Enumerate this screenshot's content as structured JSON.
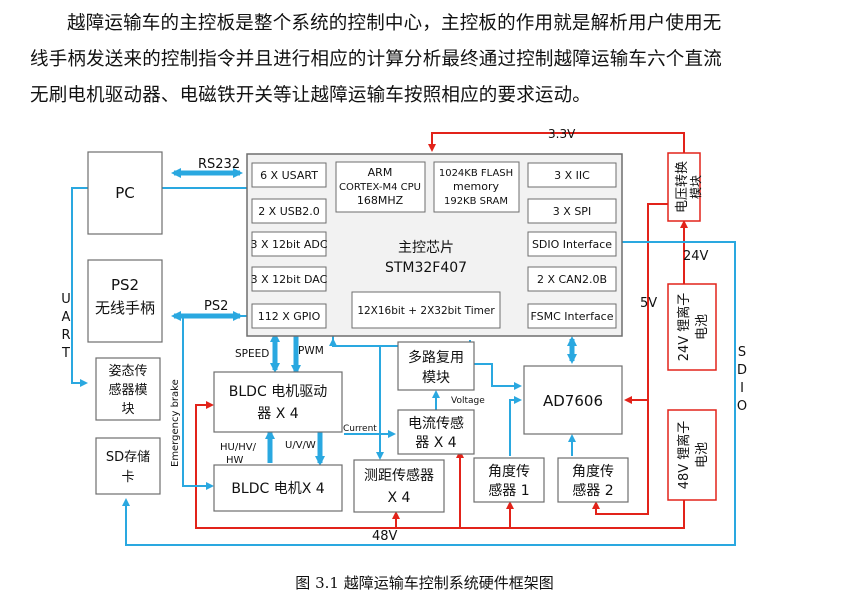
{
  "paragraph": {
    "line1": "越障运输车的主控板是整个系统的控制中心，主控板的作用就是解析用户使用无",
    "line2": "线手柄发送来的控制指令并且进行相应的计算分析最终通过控制越障运输车六个直流",
    "line3": "无刷电机驱动器、电磁铁开关等让越障运输车按照相应的要求运动。"
  },
  "caption": "图 3.1  越障运输车控制系统硬件框架图",
  "diagram": {
    "pc": "PC",
    "ps2_line1": "PS2",
    "ps2_line2": "无线手柄",
    "mcu": {
      "usart": "6 X USART",
      "usb": "2 X USB2.0",
      "adc": "3 X 12bit ADC",
      "dac": "3 X 12bit DAC",
      "gpio": "112 X GPIO",
      "arm_l1": "ARM",
      "arm_l2": "CORTEX-M4 CPU",
      "arm_l3": "168MHZ",
      "flash_l1": "1024KB FLASH",
      "flash_l2": "memory",
      "flash_l3": "192KB SRAM",
      "iic": "3 X IIC",
      "spi": "3 X SPI",
      "sdio": "SDIO Interface",
      "can": "2 X CAN2.0B",
      "fsmc": "FSMC Interface",
      "timer": "12X16bit + 2X32bit Timer",
      "chip_l1": "主控芯片",
      "chip_l2": "STM32F407"
    },
    "mux_l1": "多路复用",
    "mux_l2": "模块",
    "ad7606": "AD7606",
    "bldc_driver_l1": "BLDC 电机驱动",
    "bldc_driver_l2": "器 X 4",
    "bldc_motor": "BLDC 电机X 4",
    "current_l1": "电流传感",
    "current_l2": "器 X 4",
    "range_l1": "测距传感器",
    "range_l2": "X 4",
    "angle1_l1": "角度传",
    "angle1_l2": "感器 1",
    "angle2_l1": "角度传",
    "angle2_l2": "感器 2",
    "attitude_l1": "姿态传",
    "attitude_l2": "感器模",
    "attitude_l3": "块",
    "sd_l1": "SD存储",
    "sd_l2": "卡",
    "volt_conv_l1": "电压转换",
    "volt_conv_l2": "模块",
    "bat24_l1": "24V 锂离子",
    "bat24_l2": "电池",
    "bat48_l1": "48V 锂离子",
    "bat48_l2": "电池",
    "labels": {
      "rs232": "RS232",
      "ps2": "PS2",
      "uart": [
        "U",
        "A",
        "R",
        "T"
      ],
      "sdio": [
        "S",
        "D",
        "I",
        "O"
      ],
      "v33": "3.3V",
      "v24": "24V",
      "v5": "5V",
      "v48": "48V",
      "speed": "SPEED",
      "pwm": "PWM",
      "voltage": "Voltage",
      "current": "Current",
      "hall_l1": "HU/HV/",
      "hall_l2": "HW",
      "uvw": "U/V/W",
      "ebrake": "Emergency brake"
    }
  },
  "colors": {
    "blue": "#2aa8e0",
    "red": "#e2231a",
    "box": "#6e6e6e"
  }
}
